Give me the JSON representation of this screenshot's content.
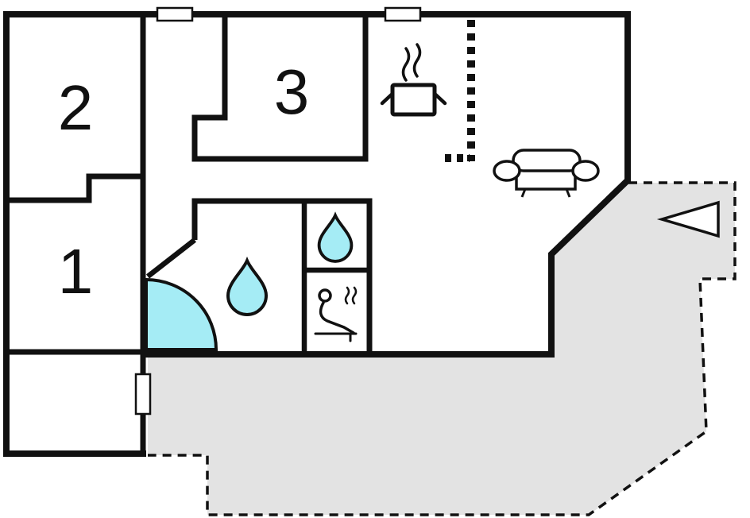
{
  "colors": {
    "wall": "#111111",
    "accent_cyan": "#a5ecf5",
    "terrace_fill": "#e3e3e3",
    "background": "#ffffff",
    "icon_fill": "#ffffff"
  },
  "rooms": {
    "room_1": {
      "label": "1"
    },
    "room_2": {
      "label": "2"
    },
    "room_3": {
      "label": "3"
    }
  },
  "icons": {
    "kitchen": "stove-pot-icon",
    "living_room": "sofa-icon",
    "bathroom": "water-drop-icon",
    "shower": "water-drop-icon",
    "sauna": "sauna-person-icon",
    "entrance": "entrance-arrow-icon",
    "door": "door-swing-arc",
    "window": "window-marker"
  },
  "features": {
    "terrace": "dashed-outline-terrace",
    "partial_wall": "dashed-partial-wall"
  }
}
